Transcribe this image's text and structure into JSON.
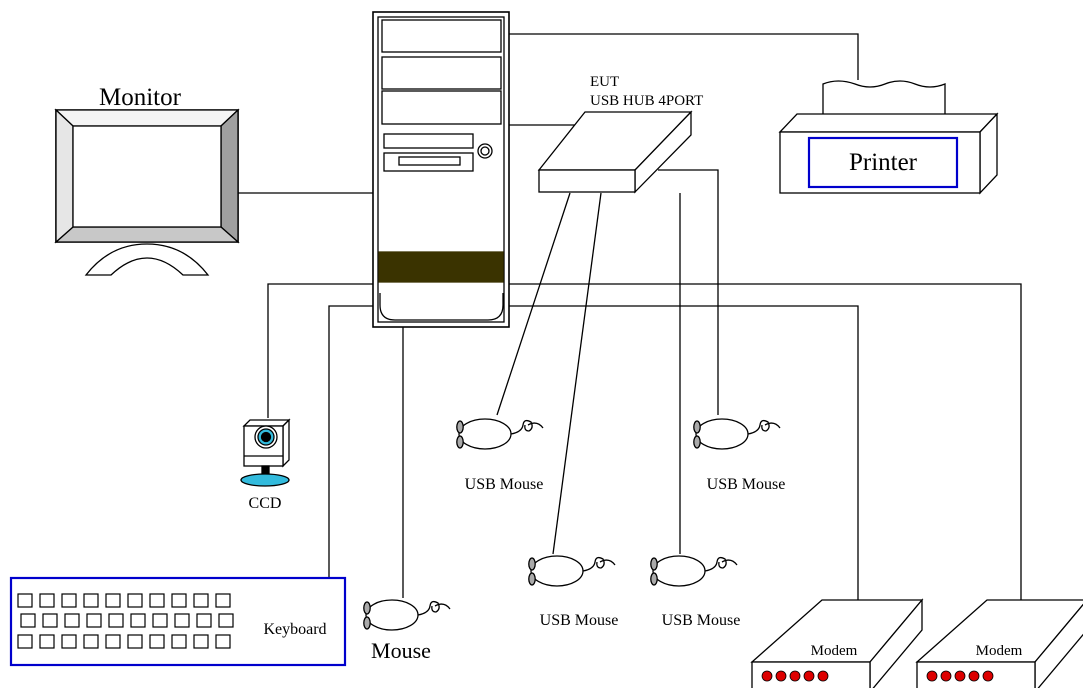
{
  "labels": {
    "monitor": "Monitor",
    "eut_line1": "EUT",
    "eut_line2": "USB HUB 4PORT",
    "printer": "Printer",
    "ccd": "CCD",
    "keyboard": "Keyboard",
    "mouse": "Mouse",
    "usb_mouse_1": "USB Mouse",
    "usb_mouse_2": "USB Mouse",
    "usb_mouse_3": "USB Mouse",
    "usb_mouse_4": "USB Mouse",
    "modem_1": "Modem",
    "modem_2": "Modem"
  },
  "colors": {
    "line": "#000000",
    "accent_blue": "#0000cc",
    "ccd_cyan": "#33bbdd",
    "led_red": "#dd0000",
    "drive_band": "#3a3300",
    "bevel_grey": "#a0a0a0"
  }
}
